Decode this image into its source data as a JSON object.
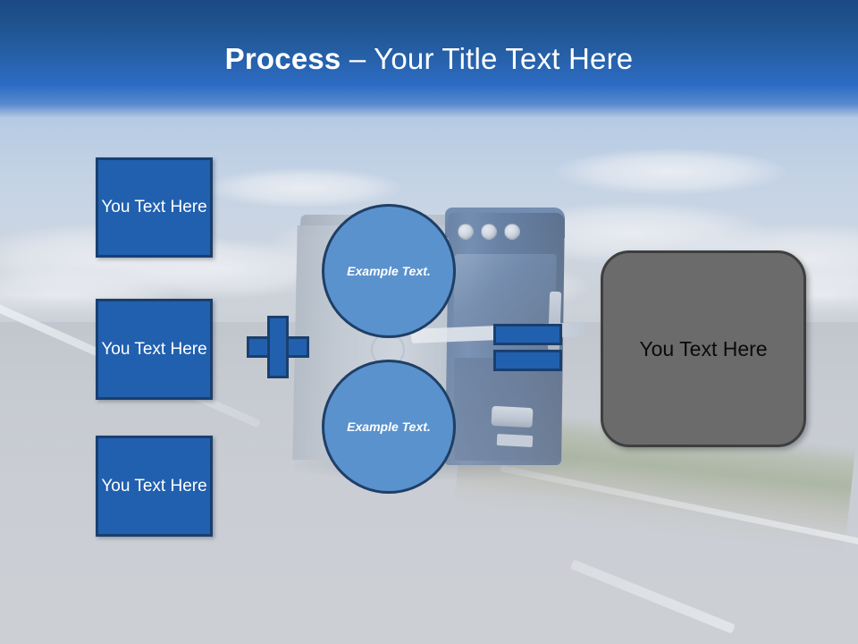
{
  "slide": {
    "title": {
      "bold_part": "Process ",
      "rest_part": "– Your Title Text Here",
      "full": "Process – Your Title Text Here"
    },
    "background": {
      "description": "Blue semi truck driving on a highway under a cloudy blue sky",
      "sky_color": "#8db2dd",
      "road_color": "#c7cacf",
      "truck_color": "#264a7d",
      "grass_color": "#78 8c50"
    },
    "theme": {
      "header_top": "#1b4a86",
      "header_bottom": "#2d6cc4",
      "box_fill": "#2160ae",
      "box_border": "#1a3f6e",
      "circle_fill": "#5a92cd",
      "circle_border": "#1f3f66",
      "result_fill": "#6b6b6b",
      "result_border": "#3f3f3f",
      "box_text": "#ffffff",
      "result_text": "#0a0a0a"
    },
    "input_boxes": [
      {
        "label": "You Text Here"
      },
      {
        "label": "You Text Here"
      },
      {
        "label": "You Text Here"
      }
    ],
    "operators": {
      "plus": "+",
      "equals": "="
    },
    "circles": [
      {
        "label": "Example Text."
      },
      {
        "label": "Example Text."
      }
    ],
    "result": {
      "label": "You Text Here"
    }
  }
}
